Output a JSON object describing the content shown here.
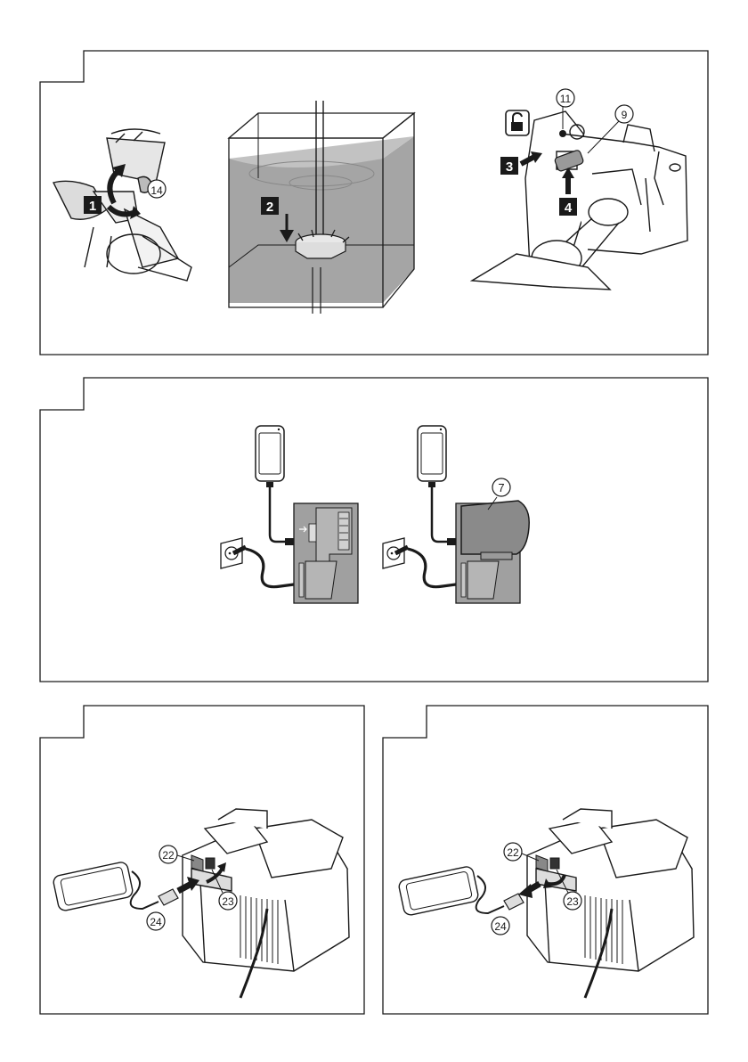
{
  "panel_1": {
    "steps": [
      "1",
      "2",
      "3",
      "4"
    ],
    "callouts": {
      "c14": "14",
      "c11": "11",
      "c9": "9"
    },
    "icons": [
      "unlock-icon",
      "rotate-arrow-icon",
      "down-arrow-icon",
      "push-arrow-icon",
      "up-arrow-icon"
    ]
  },
  "panel_2": {
    "callouts": {
      "c7": "7"
    },
    "icons": [
      "smartphone-icon",
      "wall-socket-icon",
      "usb-symbol-icon"
    ]
  },
  "panel_3": {
    "callouts": {
      "c22": "22",
      "c23": "23",
      "c24": "24"
    },
    "icons": [
      "insert-arrow-icon",
      "open-flap-arrow-icon"
    ]
  },
  "panel_4": {
    "callouts": {
      "c22": "22",
      "c23": "23",
      "c24": "24"
    },
    "icons": [
      "remove-arrow-icon",
      "close-flap-arrow-icon"
    ]
  },
  "colors": {
    "line": "#1a1a1a",
    "fill_gray": "#a0a0a0",
    "fill_light": "#c8c8c8",
    "background": "#ffffff"
  }
}
